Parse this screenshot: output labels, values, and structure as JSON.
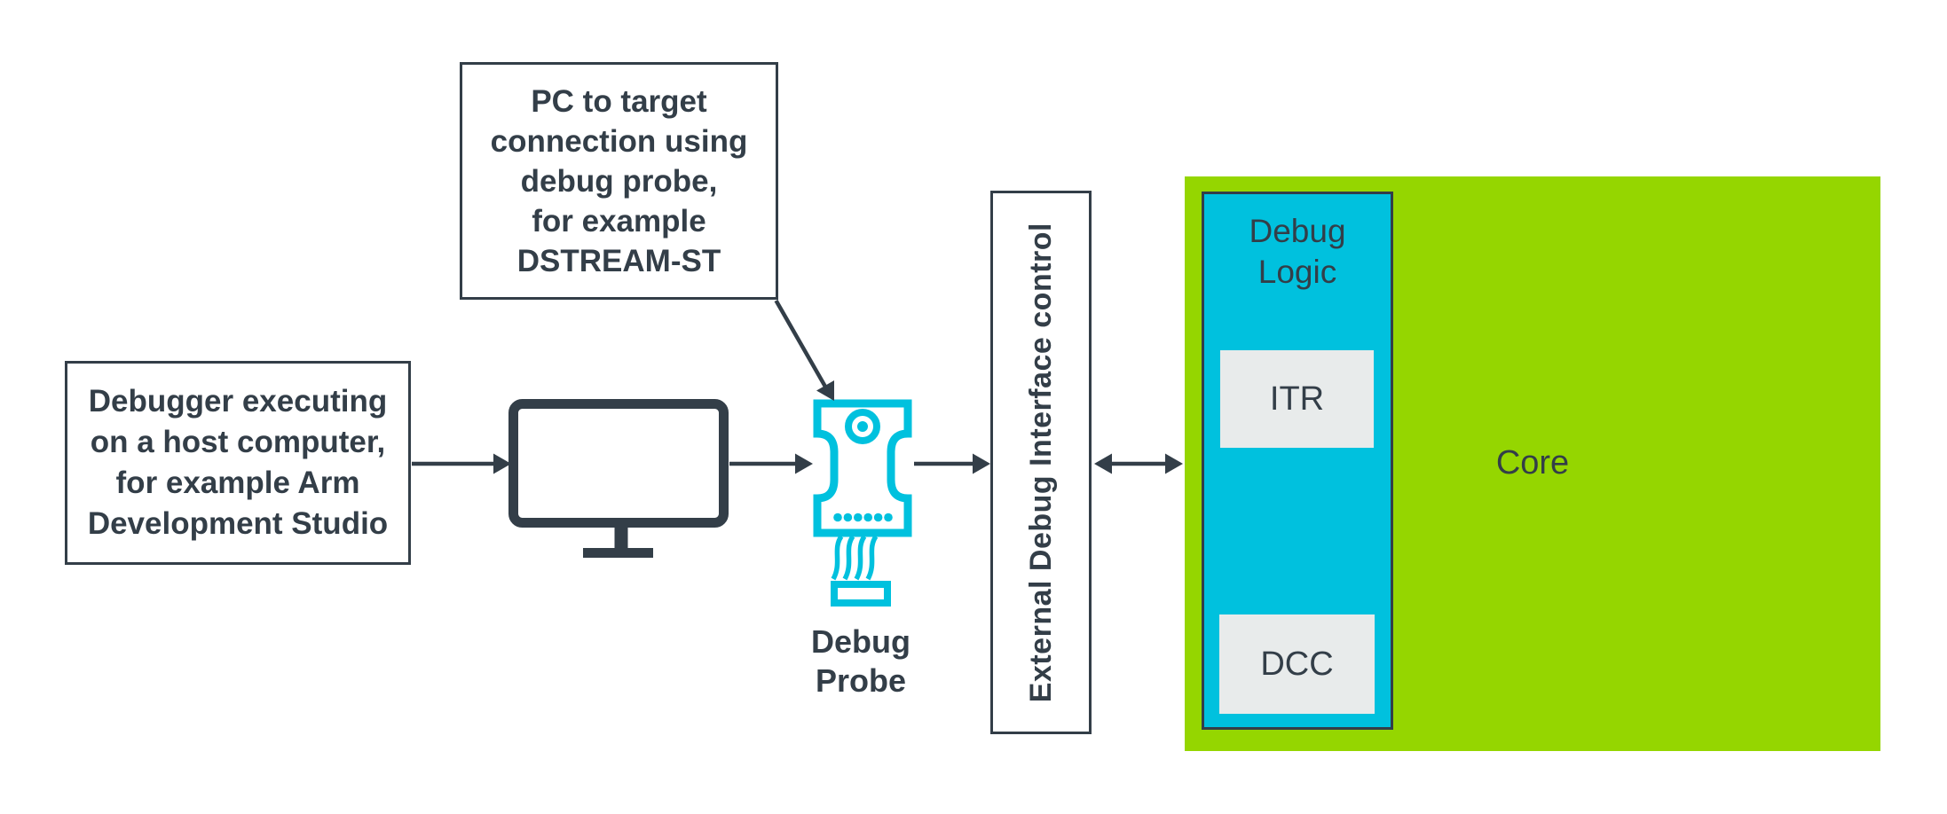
{
  "theme": {
    "dark": "#333e48",
    "cyan": "#00c1de",
    "green": "#95d600",
    "box_fill": "#e8ebeb",
    "background": "#ffffff"
  },
  "nodes": {
    "host": {
      "label": "Debugger executing\non a host computer,\nfor example Arm\nDevelopment Studio"
    },
    "callout": {
      "label": "PC to target\nconnection using\ndebug probe,\nfor example\nDSTREAM-ST"
    },
    "probe": {
      "label": "Debug\nProbe"
    },
    "external_debug": {
      "label": "External Debug Interface control"
    },
    "core": {
      "label": "Core"
    },
    "debug_logic": {
      "label": "Debug\nLogic"
    },
    "itr": {
      "label": "ITR"
    },
    "dcc": {
      "label": "DCC"
    }
  },
  "icons": {
    "monitor": "monitor-icon",
    "debug_probe": "debug-probe-icon",
    "arrow_host_to_pc": "arrow-right-icon",
    "arrow_pc_to_probe": "arrow-right-icon",
    "arrow_probe_to_external": "arrow-right-icon",
    "arrow_external_to_core": "arrow-double-horizontal-icon",
    "callout_pointer": "callout-arrow-icon"
  }
}
